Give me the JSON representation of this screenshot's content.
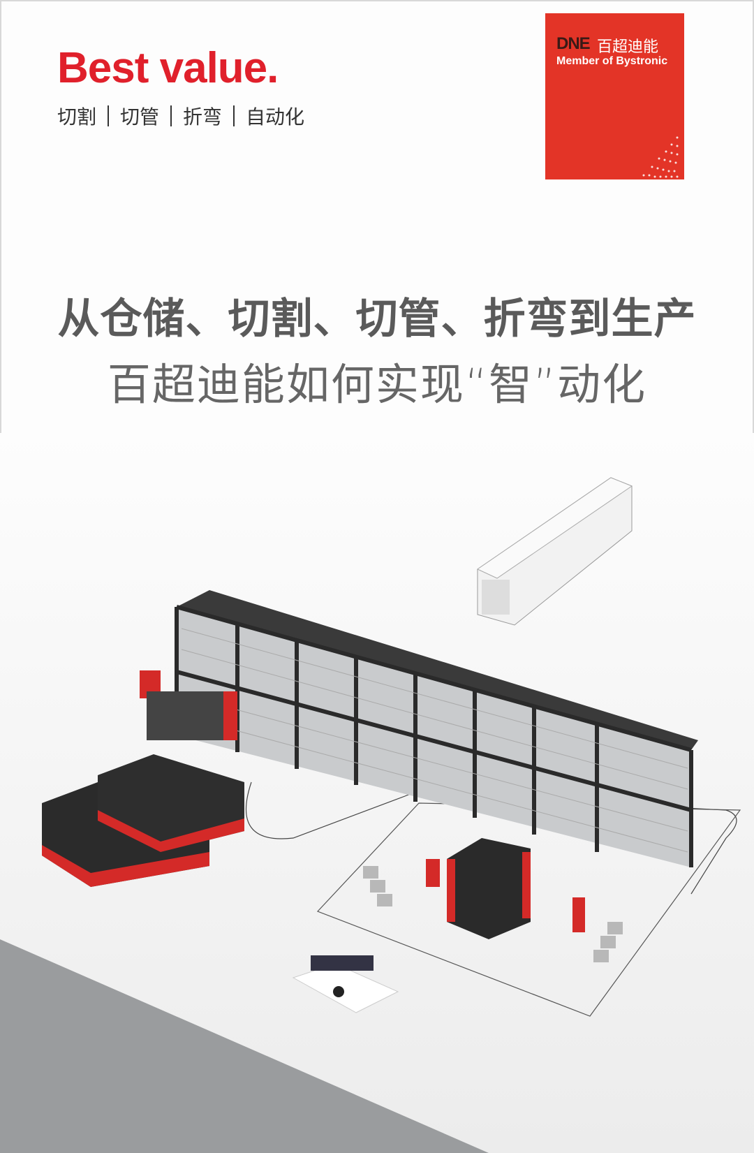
{
  "header": {
    "brand_slogan": "Best value.",
    "tags": [
      "切割",
      "切管",
      "折弯",
      "自动化"
    ]
  },
  "logo": {
    "mark": "DNE",
    "chinese_name": "百超迪能",
    "member_text": "Member of Bystronic",
    "color": "#e33427"
  },
  "headline": {
    "line1": "从仓储、切割、切管、折弯到生产",
    "line2": "百超迪能如何实现“智”动化"
  },
  "colors": {
    "brand_red": "#e0202b",
    "headline_gray": "#5a5a5a"
  }
}
